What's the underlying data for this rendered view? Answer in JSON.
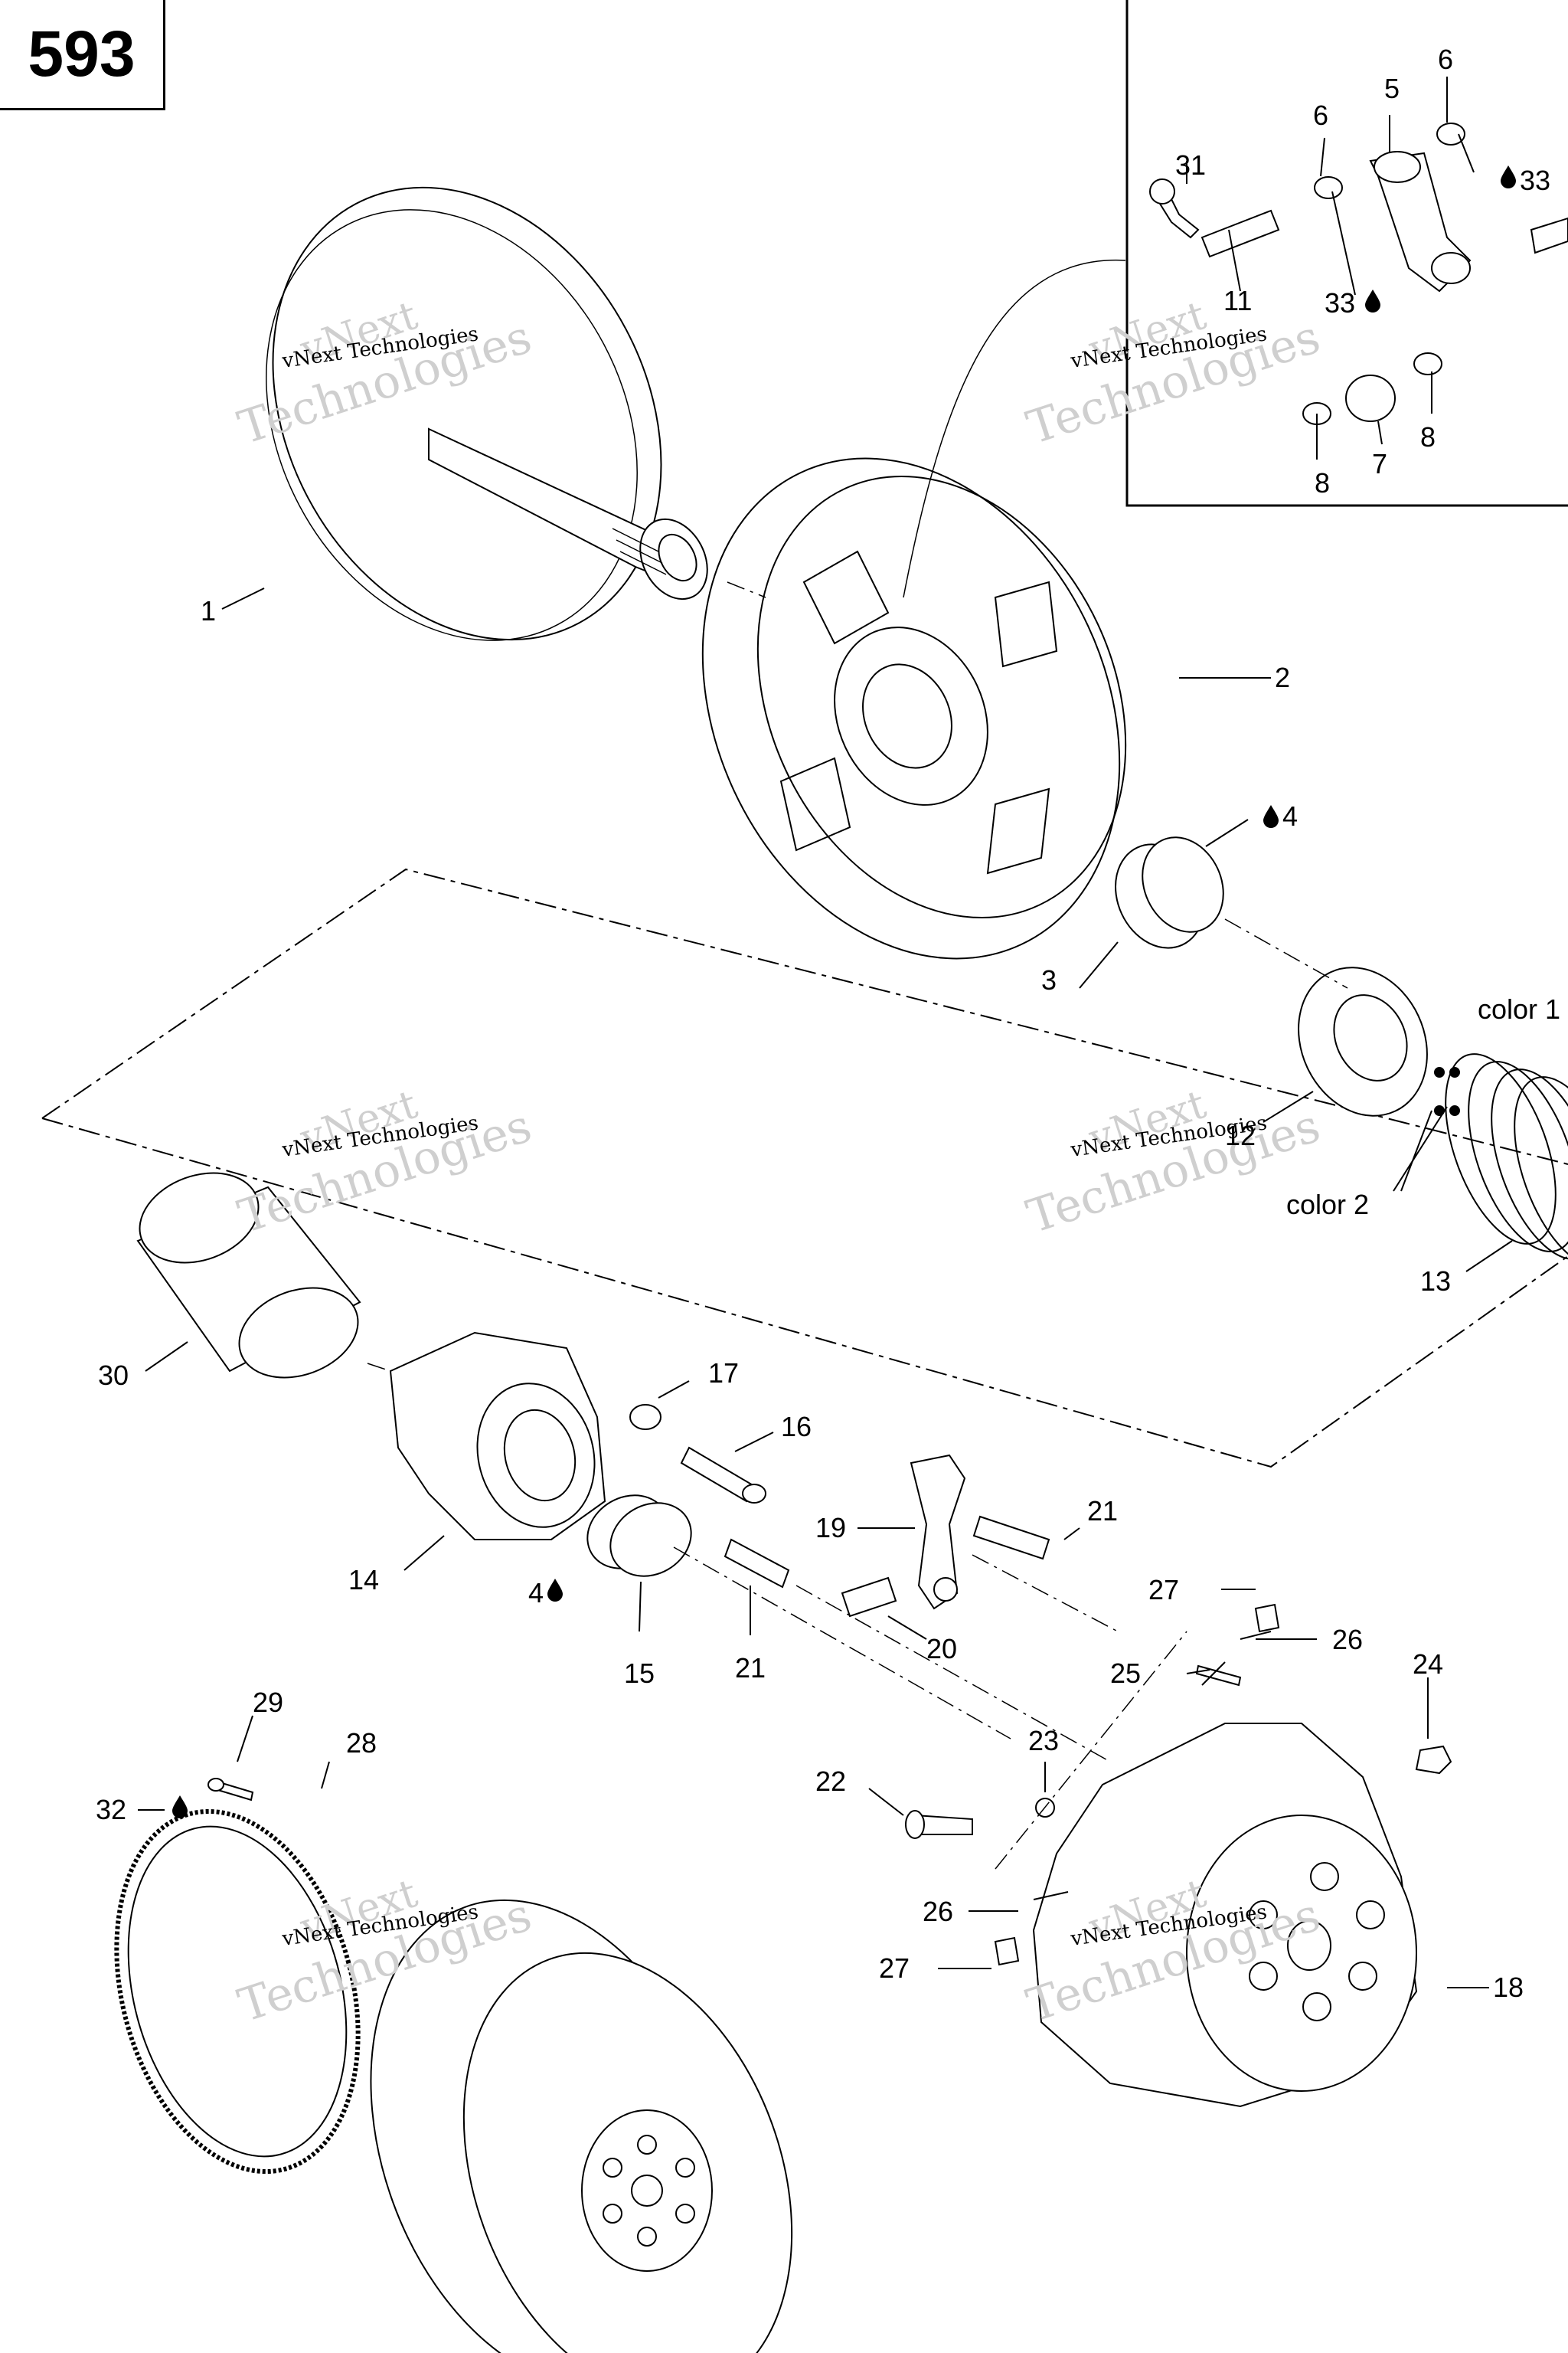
{
  "page_number": "593",
  "watermark": {
    "line1": "vNext Technologies",
    "line2": "vNext",
    "line3": "Technologies"
  },
  "callouts": [
    {
      "id": "c1",
      "text": "1"
    },
    {
      "id": "c2",
      "text": "2"
    },
    {
      "id": "c3",
      "text": "3"
    },
    {
      "id": "c4a",
      "text": "4"
    },
    {
      "id": "c4b",
      "text": "4"
    },
    {
      "id": "c5",
      "text": "5"
    },
    {
      "id": "c6a",
      "text": "6"
    },
    {
      "id": "c6b",
      "text": "6"
    },
    {
      "id": "c7",
      "text": "7"
    },
    {
      "id": "c8a",
      "text": "8"
    },
    {
      "id": "c8b",
      "text": "8"
    },
    {
      "id": "c11",
      "text": "11"
    },
    {
      "id": "c12",
      "text": "12"
    },
    {
      "id": "c13",
      "text": "13"
    },
    {
      "id": "c14",
      "text": "14"
    },
    {
      "id": "c15",
      "text": "15"
    },
    {
      "id": "c16",
      "text": "16"
    },
    {
      "id": "c17",
      "text": "17"
    },
    {
      "id": "c18",
      "text": "18"
    },
    {
      "id": "c19",
      "text": "19"
    },
    {
      "id": "c20",
      "text": "20"
    },
    {
      "id": "c21a",
      "text": "21"
    },
    {
      "id": "c21b",
      "text": "21"
    },
    {
      "id": "c22",
      "text": "22"
    },
    {
      "id": "c23",
      "text": "23"
    },
    {
      "id": "c24",
      "text": "24"
    },
    {
      "id": "c25",
      "text": "25"
    },
    {
      "id": "c26a",
      "text": "26"
    },
    {
      "id": "c26b",
      "text": "26"
    },
    {
      "id": "c27a",
      "text": "27"
    },
    {
      "id": "c27b",
      "text": "27"
    },
    {
      "id": "c28",
      "text": "28"
    },
    {
      "id": "c29",
      "text": "29"
    },
    {
      "id": "c30",
      "text": "30"
    },
    {
      "id": "c31",
      "text": "31"
    },
    {
      "id": "c32",
      "text": "32"
    },
    {
      "id": "c33a",
      "text": "33"
    },
    {
      "id": "c33b",
      "text": "33"
    },
    {
      "id": "color1",
      "text": "color 1"
    },
    {
      "id": "color2",
      "text": "color 2"
    }
  ]
}
